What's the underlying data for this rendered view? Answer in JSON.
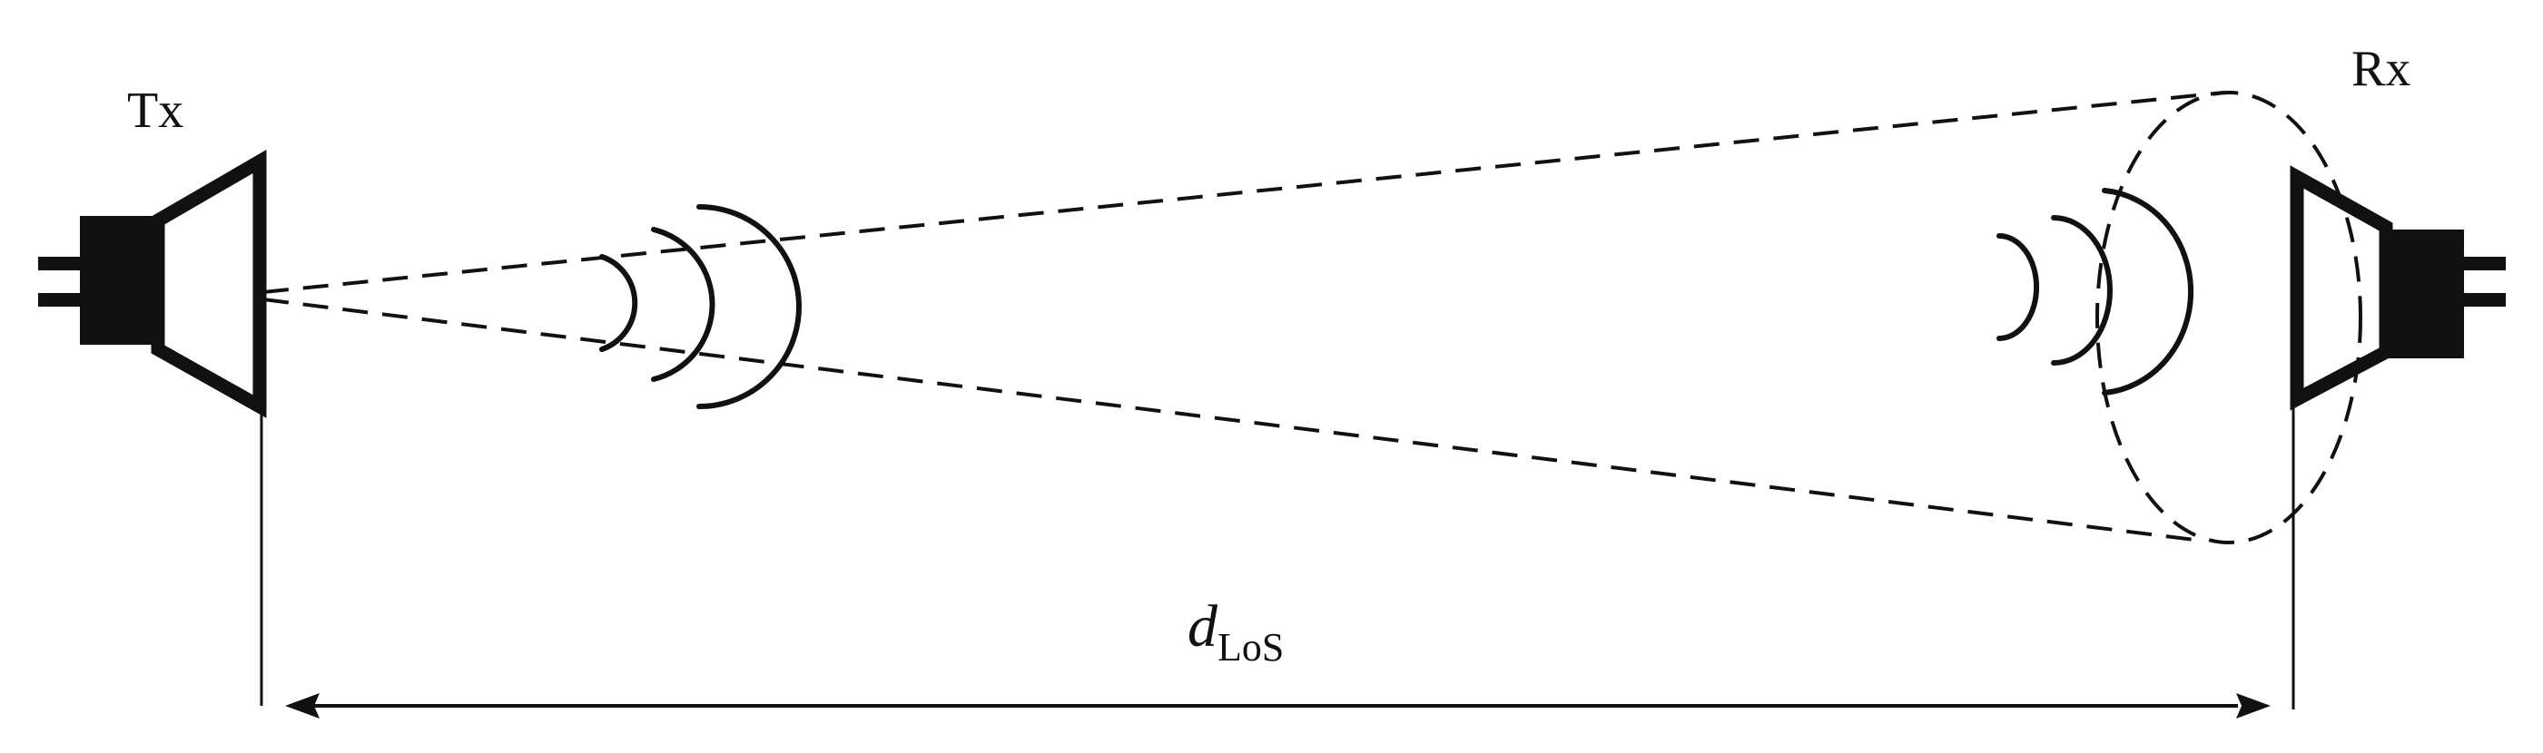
{
  "diagram": {
    "transmitter_label": "Tx",
    "receiver_label": "Rx",
    "distance_symbol": "d",
    "distance_subscript": "LoS",
    "colors": {
      "ink": "#111111",
      "background": "#ffffff"
    },
    "icons": {
      "transmitter": "horn-antenna-icon",
      "receiver": "horn-antenna-icon",
      "wavefront": "wavefront-arc-icon"
    }
  }
}
